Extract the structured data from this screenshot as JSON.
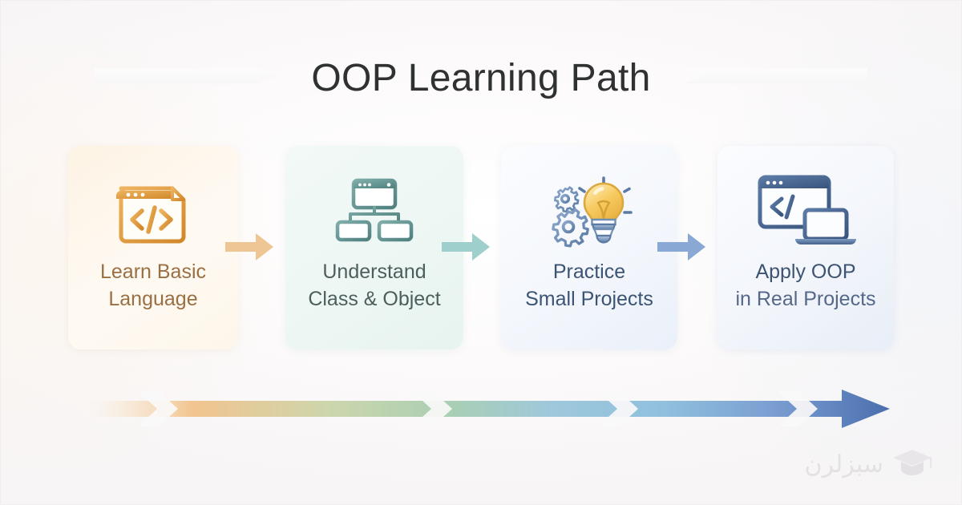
{
  "header": {
    "title": "OOP Learning Path",
    "banner_left": "banner-arrow-right",
    "banner_right": "banner-arrow-left"
  },
  "theme": {
    "background": "#faf8f8",
    "title_color": "#2f3133",
    "step1_accent": "#e09a3e",
    "step2_accent": "#6d9e9a",
    "step3_accent": "#6b8fc4",
    "step4_accent": "#41608f"
  },
  "steps": [
    {
      "index": "1",
      "icon": "code-window-icon",
      "line1": "Learn Basic",
      "line2": "Language",
      "accent": "#d9922f",
      "text_color": "#9a6f43"
    },
    {
      "index": "2",
      "icon": "class-diagram-icon",
      "line1": "Understand",
      "line2": "Class & Object",
      "accent": "#5f8e8b",
      "text_color": "#4d5f5d"
    },
    {
      "index": "3",
      "icon": "lightbulb-gears-icon",
      "line1": "Practice",
      "line2": "Small Projects",
      "accent": "#6b8fc4",
      "text_color": "#3c5474"
    },
    {
      "index": "4",
      "icon": "monitor-laptop-code-icon",
      "line1": "Apply OOP",
      "line2": "in Real Projects",
      "accent": "#41608f",
      "text_color": "#3d5372"
    }
  ],
  "connectors": [
    {
      "name": "connector-arrow-1",
      "color": "#eec694"
    },
    {
      "name": "connector-arrow-2",
      "color": "#9fcfcd"
    },
    {
      "name": "connector-arrow-3",
      "color": "#8aa8d4"
    }
  ],
  "progress": {
    "name": "progress-gradient-arrow",
    "segments": [
      "#f2c48f",
      "#a9cfb4",
      "#8fc0dd",
      "#7c9fd2",
      "#4a6fae"
    ]
  },
  "watermark": {
    "text": "سبزلرن",
    "icon": "graduation-cap-icon"
  }
}
